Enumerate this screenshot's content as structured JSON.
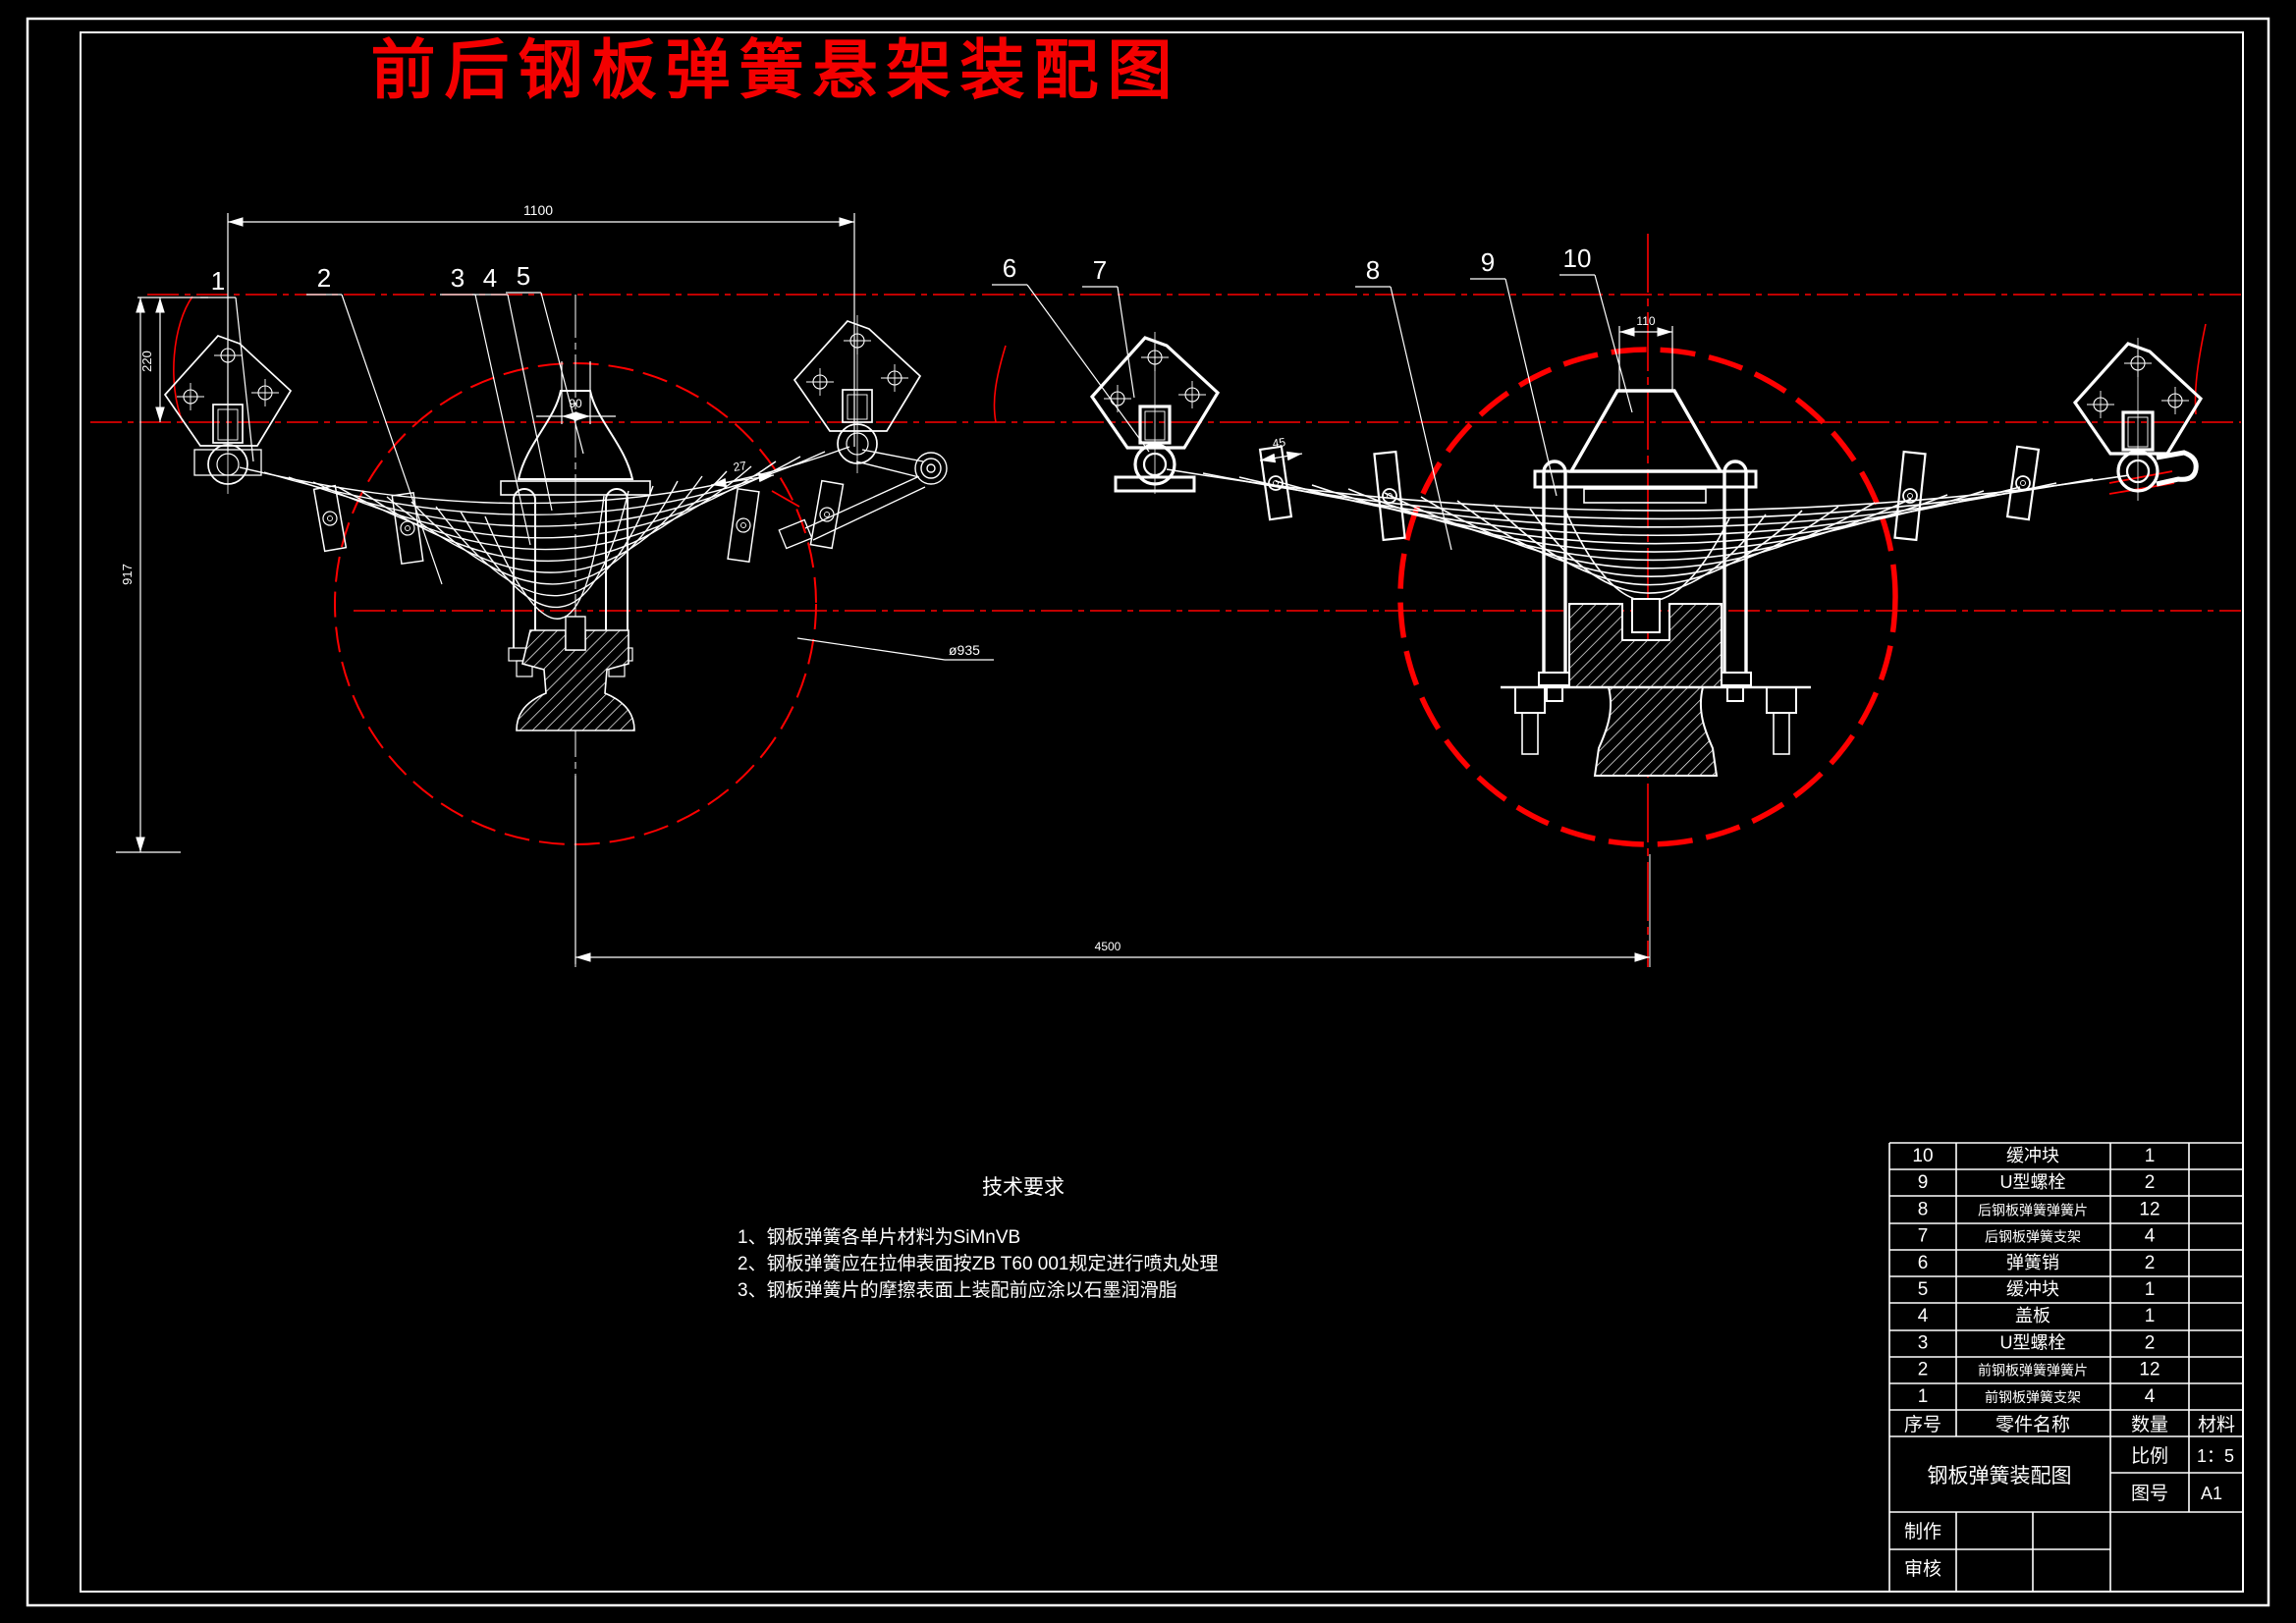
{
  "title": "前后钢板弹簧悬架装配图",
  "colors": {
    "background": "#000000",
    "line_white": "#ffffff",
    "centerline_red": "#ff0000",
    "title_red": "#f40000"
  },
  "callouts": {
    "front": [
      "1",
      "2",
      "3",
      "4",
      "5"
    ],
    "rear": [
      "6",
      "7",
      "8",
      "9",
      "10"
    ]
  },
  "dimensions": {
    "front_span": "1100",
    "bracket_height": "220",
    "frame_height": "917",
    "front_bumper_width": "90",
    "front_clip_width": "27",
    "wheel_diameter": "ø935",
    "wheelbase": "4500",
    "rear_bumper_width": "110",
    "rear_clip_width": "45"
  },
  "tech_requirements": {
    "heading": "技术要求",
    "items": [
      "1、钢板弹簧各单片材料为SiMnVB",
      "2、钢板弹簧应在拉伸表面按ZB T60 001规定进行喷丸处理",
      "3、钢板弹簧片的摩擦表面上装配前应涂以石墨润滑脂"
    ]
  },
  "bom": {
    "headers": [
      "序号",
      "零件名称",
      "数量",
      "材料"
    ],
    "rows": [
      {
        "no": "10",
        "name": "缓冲块",
        "qty": "1",
        "material": ""
      },
      {
        "no": "9",
        "name": "U型螺栓",
        "qty": "2",
        "material": ""
      },
      {
        "no": "8",
        "name": "后钢板弹簧弹簧片",
        "qty": "12",
        "material": ""
      },
      {
        "no": "7",
        "name": "后钢板弹簧支架",
        "qty": "4",
        "material": ""
      },
      {
        "no": "6",
        "name": "弹簧销",
        "qty": "2",
        "material": ""
      },
      {
        "no": "5",
        "name": "缓冲块",
        "qty": "1",
        "material": ""
      },
      {
        "no": "4",
        "name": "盖板",
        "qty": "1",
        "material": ""
      },
      {
        "no": "3",
        "name": "U型螺栓",
        "qty": "2",
        "material": ""
      },
      {
        "no": "2",
        "name": "前钢板弹簧弹簧片",
        "qty": "12",
        "material": ""
      },
      {
        "no": "1",
        "name": "前钢板弹簧支架",
        "qty": "4",
        "material": ""
      }
    ]
  },
  "title_block": {
    "drawing_name": "钢板弹簧装配图",
    "scale_label": "比例",
    "scale_value": "1：5",
    "number_label": "图号",
    "number_value": "A1",
    "maker_label": "制作",
    "checker_label": "审核"
  }
}
